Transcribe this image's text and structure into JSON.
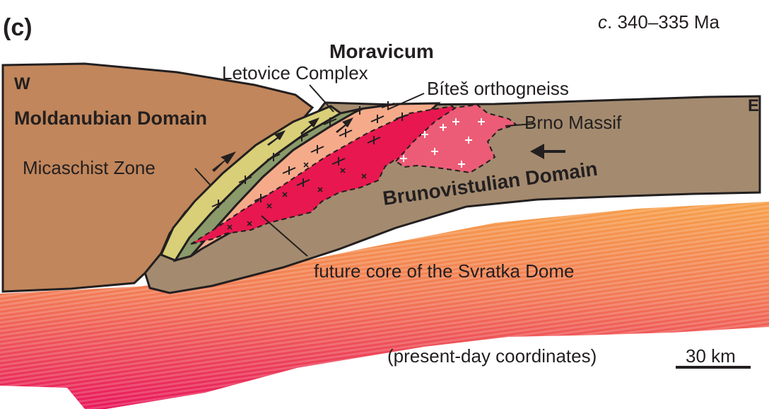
{
  "panel_label": "(c)",
  "age": {
    "prefix": "c",
    "suffix": ". 340–335 Ma"
  },
  "direction": {
    "west": "W",
    "east": "E"
  },
  "labels": {
    "moravicum": "Moravicum",
    "letovice": "Letovice Complex",
    "bites": "Bíteš orthogneiss",
    "brno": "Brno Massif",
    "moldanubian": "Moldanubian Domain",
    "micaschist": "Micaschist Zone",
    "brunovistulian": "Brunovistulian Domain",
    "svratka": "future core of the Svratka Dome",
    "coords": "(present-day coordinates)"
  },
  "scale_bar": {
    "label": "30 km"
  },
  "colors": {
    "moldanubian": "#c1865b",
    "brunovistulian": "#a48b6f",
    "letovice": "#8a9a6a",
    "micaschist": "#d8cf78",
    "bites": "#f5ab8a",
    "svratka_core": "#e8174f",
    "brno_massif": "#ec5c76",
    "mantle_top": "#f6a04a",
    "mantle_bottom": "#e8175a",
    "ink": "#231f20"
  }
}
